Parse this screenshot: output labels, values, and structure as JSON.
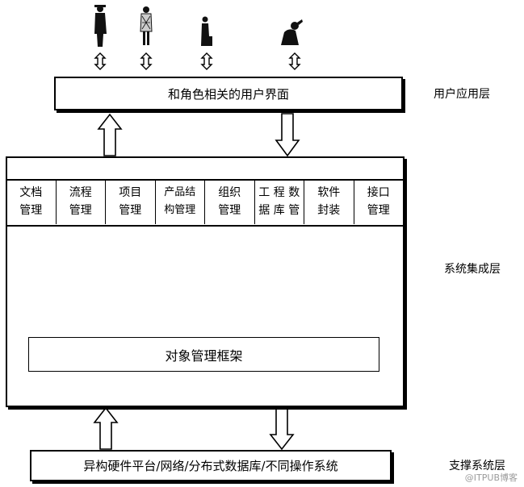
{
  "top_box": {
    "label": "和角色相关的用户界面"
  },
  "layers": {
    "user": "用户应用层",
    "integration": "系统集成层",
    "support": "支撑系统层"
  },
  "modules": [
    {
      "line1": "文档",
      "line2": "管理"
    },
    {
      "line1": "流程",
      "line2": "管理"
    },
    {
      "line1": "项目",
      "line2": "管理"
    },
    {
      "line1": "产品结",
      "line2": "构管理"
    },
    {
      "line1": "组织",
      "line2": "管理"
    },
    {
      "line1": "工 程 数",
      "line2": "据 库 管"
    },
    {
      "line1": "软件",
      "line2": "封装"
    },
    {
      "line1": "接口",
      "line2": "管理"
    }
  ],
  "object_framework": {
    "label": "对象管理框架"
  },
  "bottom_box": {
    "label": "异构硬件平台/网络/分布式数据库/不同操作系统"
  },
  "icons": [
    "person-standing-icon",
    "person-patterned-icon",
    "person-seated-icon",
    "person-at-desk-icon"
  ],
  "watermark": "@ITPUB博客"
}
